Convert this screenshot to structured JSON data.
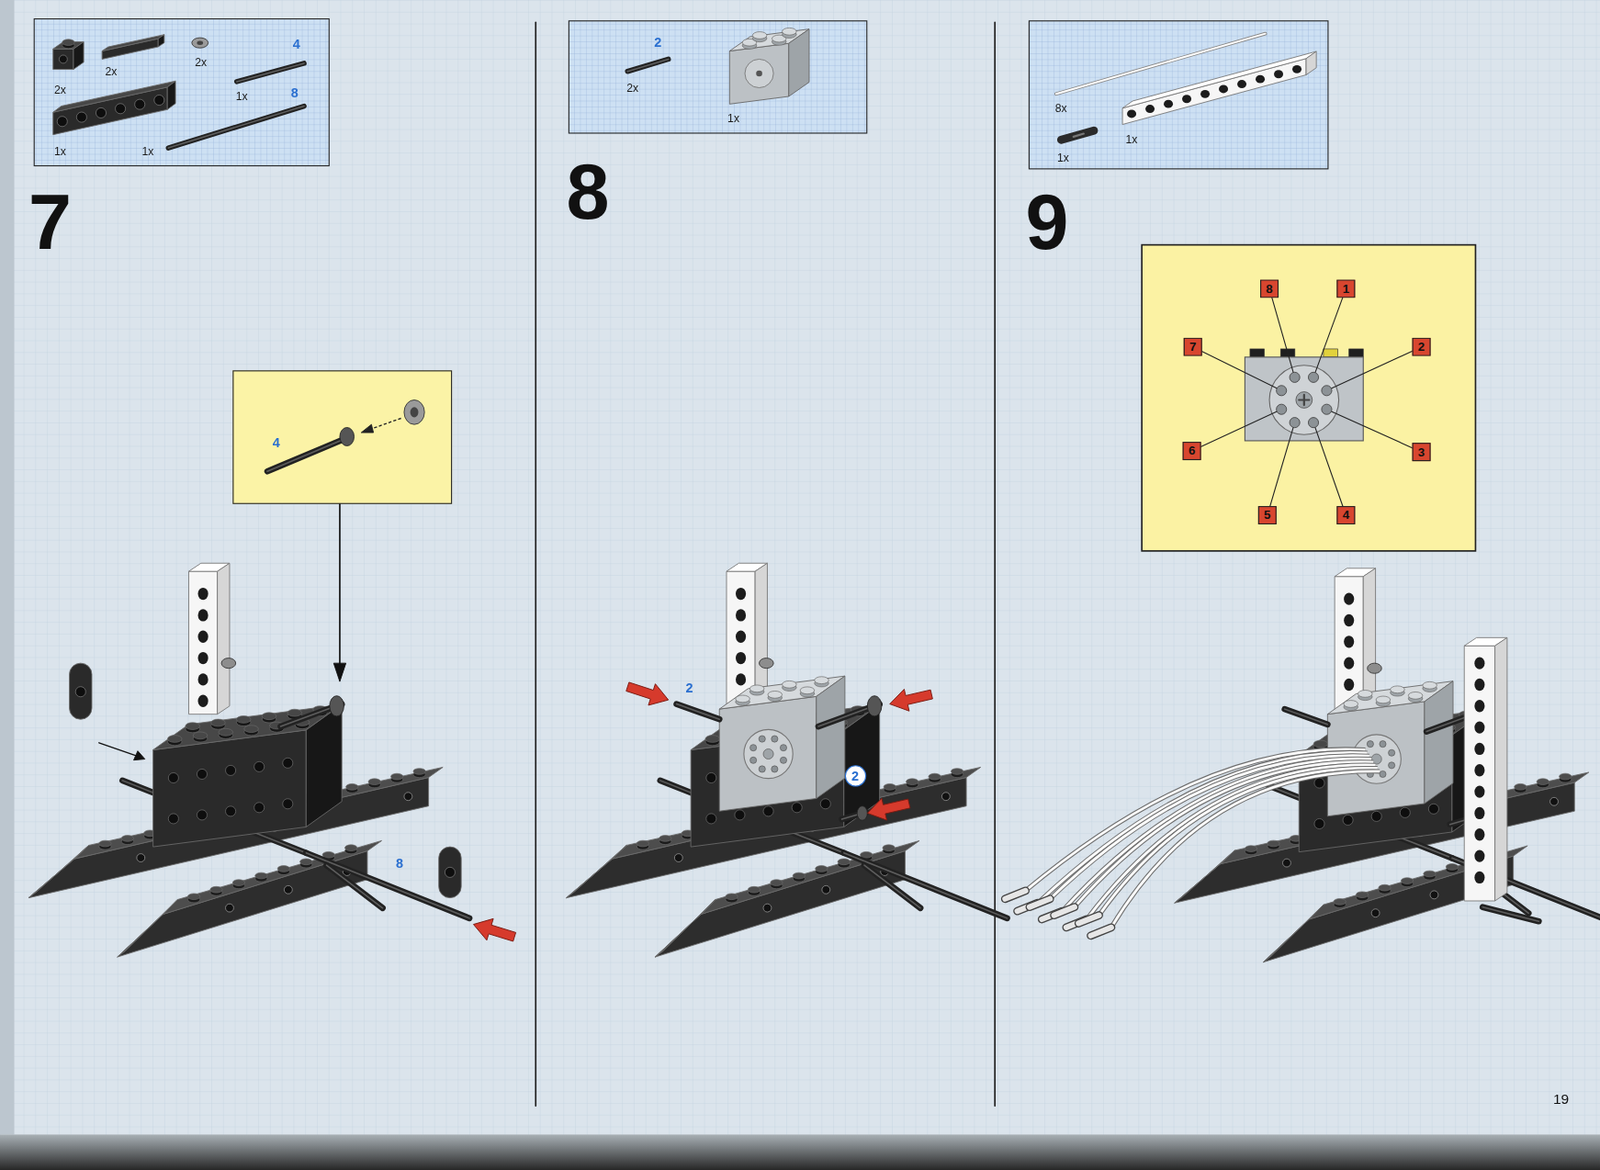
{
  "diagram": {
    "nodes": [
      {
        "text": [
          "2x",
          "2x",
          "2x",
          "4",
          "1x",
          "8",
          "1x",
          "1x"
        ]
      },
      {
        "text": [
          "4"
        ]
      },
      {
        "text": [
          "2",
          "2x",
          "1x"
        ]
      },
      {
        "text": [
          "2"
        ]
      },
      {
        "text": [
          "8x",
          "1x",
          "1x"
        ]
      },
      {
        "text": [
          "8"
        ]
      },
      {
        "text": [
          "1"
        ]
      },
      {
        "text": [
          "7"
        ]
      },
      {
        "text": [
          "2"
        ]
      },
      {
        "text": [
          "6"
        ]
      },
      {
        "text": [
          "3"
        ]
      },
      {
        "text": [
          "5"
        ]
      },
      {
        "text": [
          "4"
        ]
      }
    ],
    "labels": [
      "7",
      "8",
      "8",
      "2",
      "9",
      "19"
    ]
  }
}
